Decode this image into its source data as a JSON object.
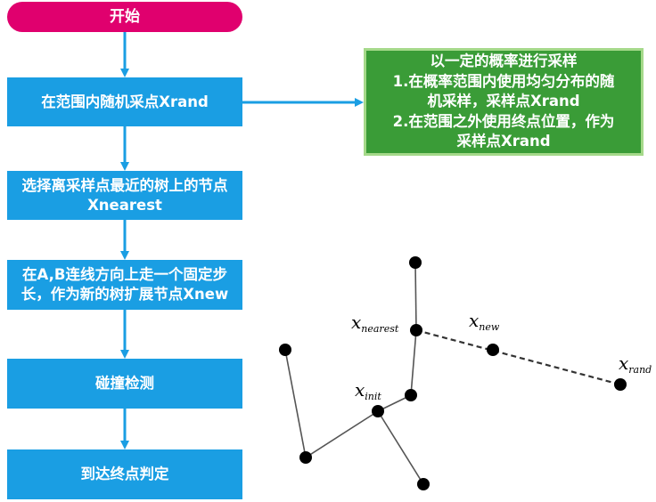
{
  "flow": {
    "start": "开始",
    "step1": "在范围内随机采点Xrand",
    "step2_line1": "选择离采样点最近的树上的节点",
    "step2_line2": "Xnearest",
    "step3_line1": "在A,B连线方向上走一个固定步",
    "step3_line2": "长，作为新的树扩展节点Xnew",
    "step4": "碰撞检测",
    "step5": "到达终点判定"
  },
  "note": {
    "line1": "以一定的概率进行采样",
    "line2": "1.在概率范围内使用均匀分布的随",
    "line3": "机采样，采样点Xrand",
    "line4": "2.在范围之外使用终点位置，作为",
    "line5": "采样点Xrand"
  },
  "tree_labels": {
    "x": "x",
    "nearest": "nearest",
    "new": "new",
    "rand": "rand",
    "init": "init"
  },
  "colors": {
    "start": "#e0006e",
    "step": "#1a9ee3",
    "note": "#3a9c37",
    "note_border": "#a5d98a",
    "arrow": "#1a9ee3"
  }
}
